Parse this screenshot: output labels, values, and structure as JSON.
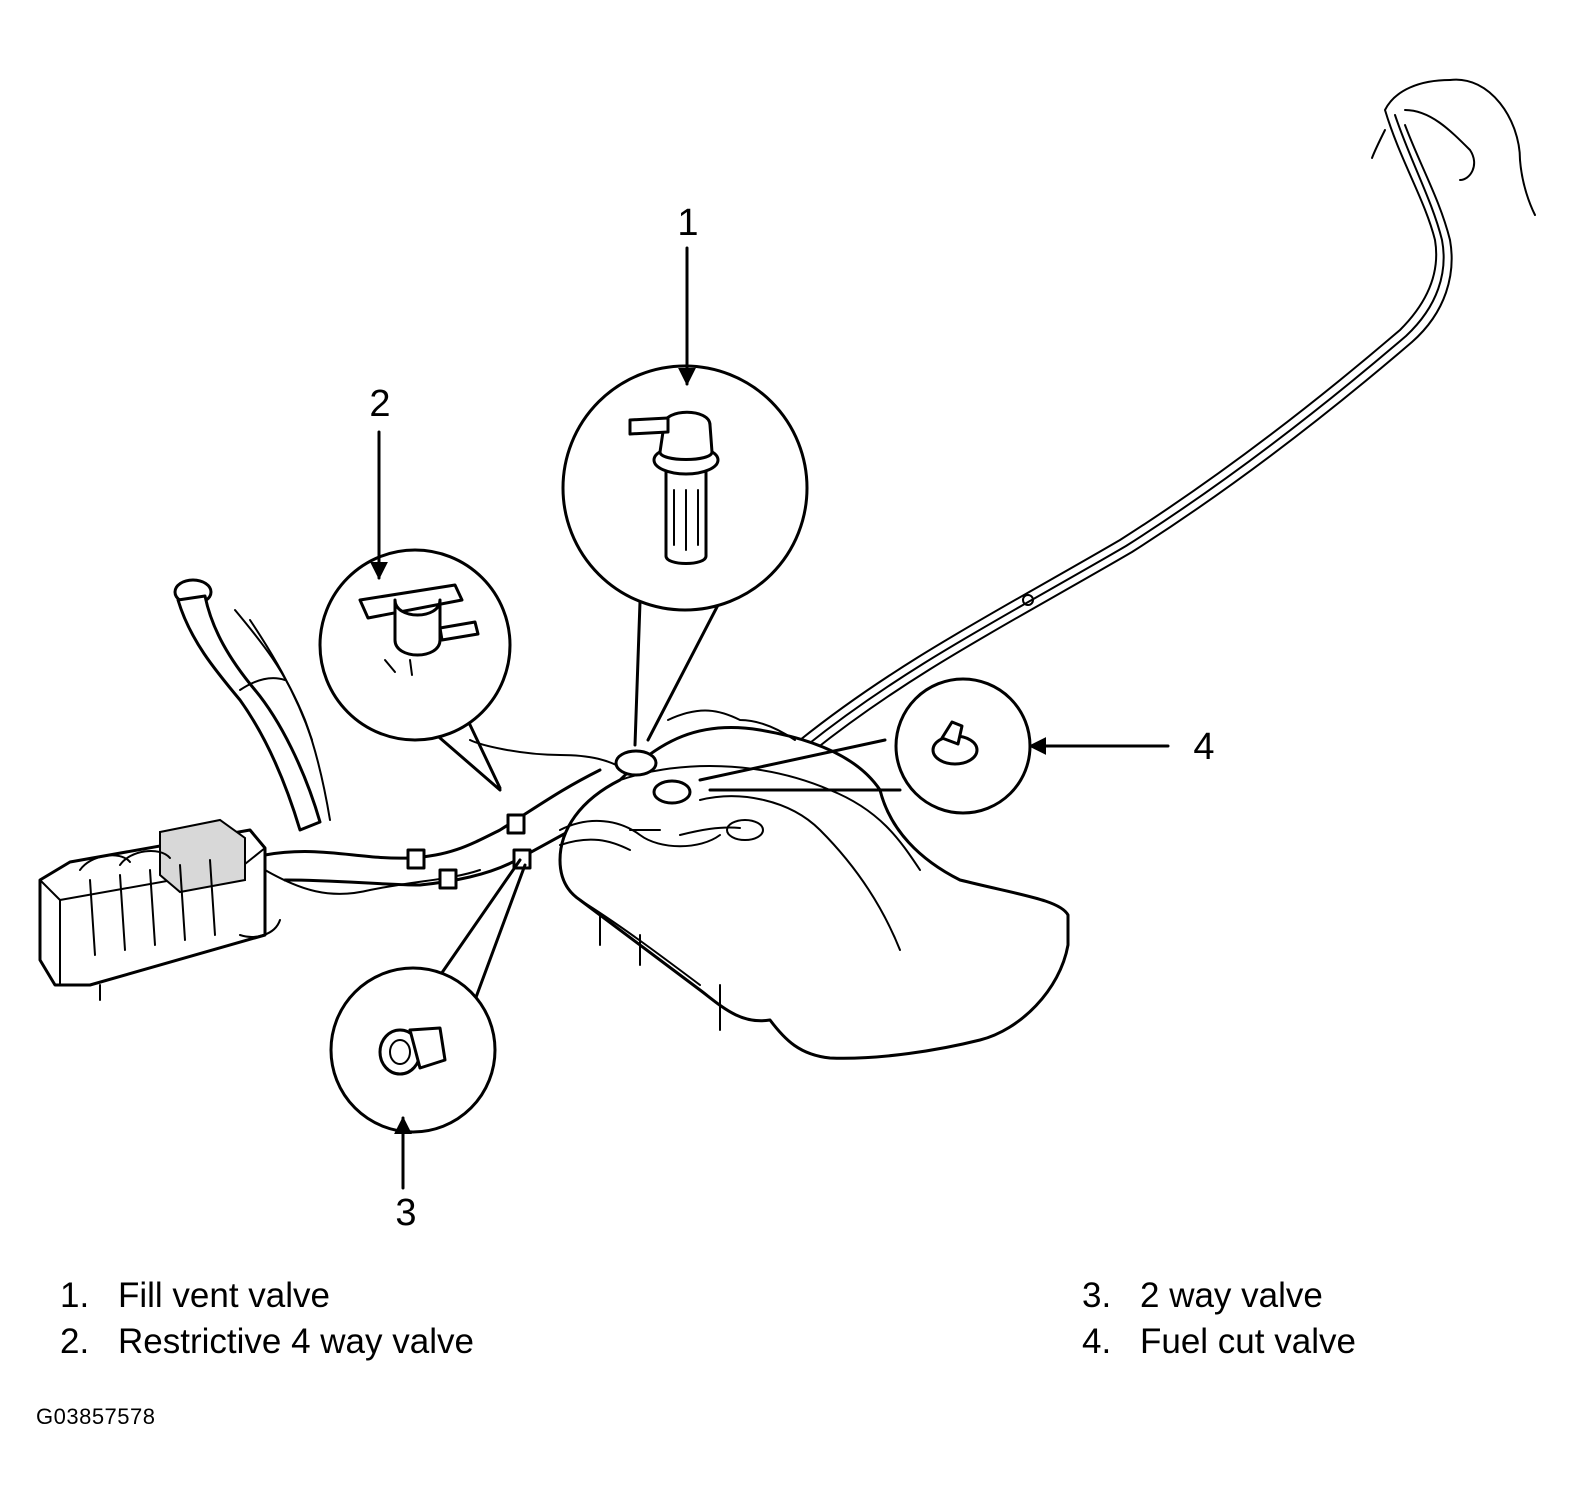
{
  "callouts": [
    {
      "id": "1",
      "label": "1"
    },
    {
      "id": "2",
      "label": "2"
    },
    {
      "id": "3",
      "label": "3"
    },
    {
      "id": "4",
      "label": "4"
    }
  ],
  "legend": {
    "left": [
      {
        "num": "1.",
        "text": "Fill vent valve"
      },
      {
        "num": "2.",
        "text": "Restrictive 4 way valve"
      }
    ],
    "right": [
      {
        "num": "3.",
        "text": "2 way valve"
      },
      {
        "num": "4.",
        "text": "Fuel cut valve"
      }
    ]
  },
  "figure_id": "G03857578"
}
